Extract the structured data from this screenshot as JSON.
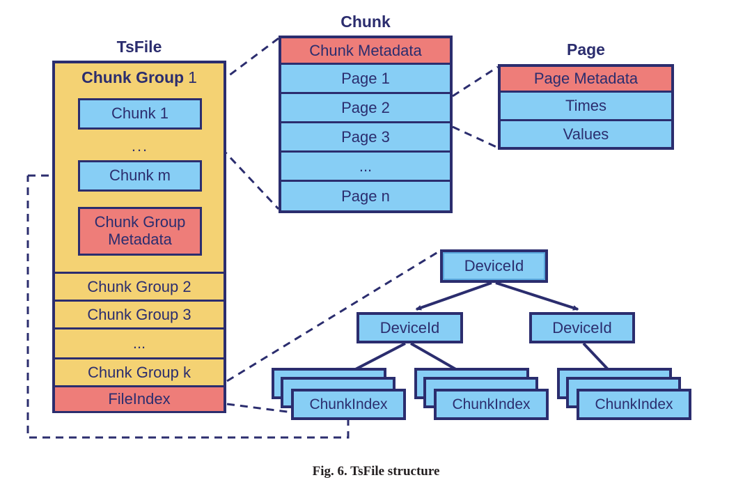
{
  "figure": {
    "caption": "Fig. 6.  TsFile structure",
    "colors": {
      "blue": "#87cef5",
      "red": "#ee7d79",
      "yellow": "#f4d273",
      "outline": "#2b2d6e",
      "background": "#ffffff"
    }
  },
  "tsfile": {
    "title": "TsFile",
    "chunk_group_1": {
      "label_bold": "Chunk Group",
      "label_index": "1",
      "chunks": [
        "Chunk 1",
        "Chunk m"
      ],
      "ellipsis": "...",
      "metadata": "Chunk Group\nMetadata",
      "metadata_line1": "Chunk Group",
      "metadata_line2": "Metadata"
    },
    "rows": [
      {
        "label": "Chunk Group 2",
        "kind": "yellow"
      },
      {
        "label": "Chunk Group 3",
        "kind": "yellow"
      },
      {
        "label": "...",
        "kind": "yellow"
      },
      {
        "label": "Chunk Group k",
        "kind": "yellow"
      },
      {
        "label": "FileIndex",
        "kind": "red"
      }
    ]
  },
  "chunk": {
    "title": "Chunk",
    "rows": [
      {
        "label": "Chunk Metadata",
        "kind": "red"
      },
      {
        "label": "Page 1",
        "kind": "blue"
      },
      {
        "label": "Page 2",
        "kind": "blue"
      },
      {
        "label": "Page 3",
        "kind": "blue"
      },
      {
        "label": "...",
        "kind": "blue"
      },
      {
        "label": "Page n",
        "kind": "blue"
      }
    ]
  },
  "page": {
    "title": "Page",
    "rows": [
      {
        "label": "Page Metadata",
        "kind": "red"
      },
      {
        "label": "Times",
        "kind": "blue"
      },
      {
        "label": "Values",
        "kind": "blue"
      }
    ]
  },
  "index_tree": {
    "root": {
      "label": "DeviceId"
    },
    "level2": [
      {
        "label": "DeviceId"
      },
      {
        "label": "DeviceId"
      }
    ],
    "leaves": [
      {
        "label": "ChunkIndex"
      },
      {
        "label": "ChunkIndex"
      },
      {
        "label": "ChunkIndex"
      }
    ]
  }
}
